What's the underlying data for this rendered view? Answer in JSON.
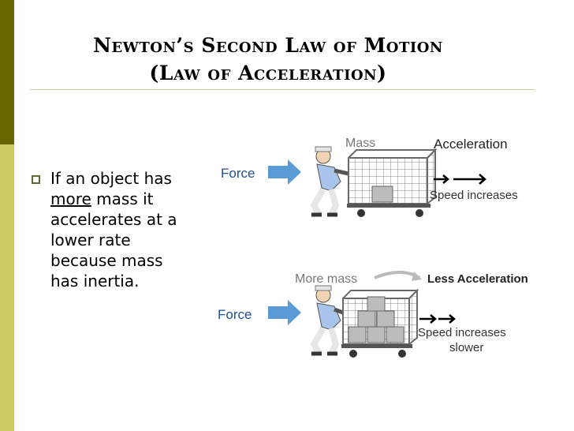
{
  "slide": {
    "title_line1": "Newton’s Second Law of Motion",
    "title_line2": "(Law of Acceleration)",
    "bullet": {
      "prefix": "If an object has",
      "emphasis": "more",
      "rest_line2": " mass it",
      "line3": "accelerates at a",
      "line4": "lower rate",
      "line5": "because mass",
      "line6": "has inertia."
    }
  },
  "figure_top": {
    "force_label": "Force",
    "mass_label": "Mass",
    "acceleration_label": "Acceleration",
    "speed_label": "Speed increases"
  },
  "figure_bottom": {
    "force_label": "Force",
    "mass_label": "More mass",
    "acceleration_label": "Less Acceleration",
    "speed_label_1": "Speed increases",
    "speed_label_2": "slower"
  },
  "colors": {
    "force_arrow": "#5b9bd5",
    "sidebar_dark": "#666600",
    "sidebar_light": "#cccc66",
    "cart_gray": "#888888"
  }
}
